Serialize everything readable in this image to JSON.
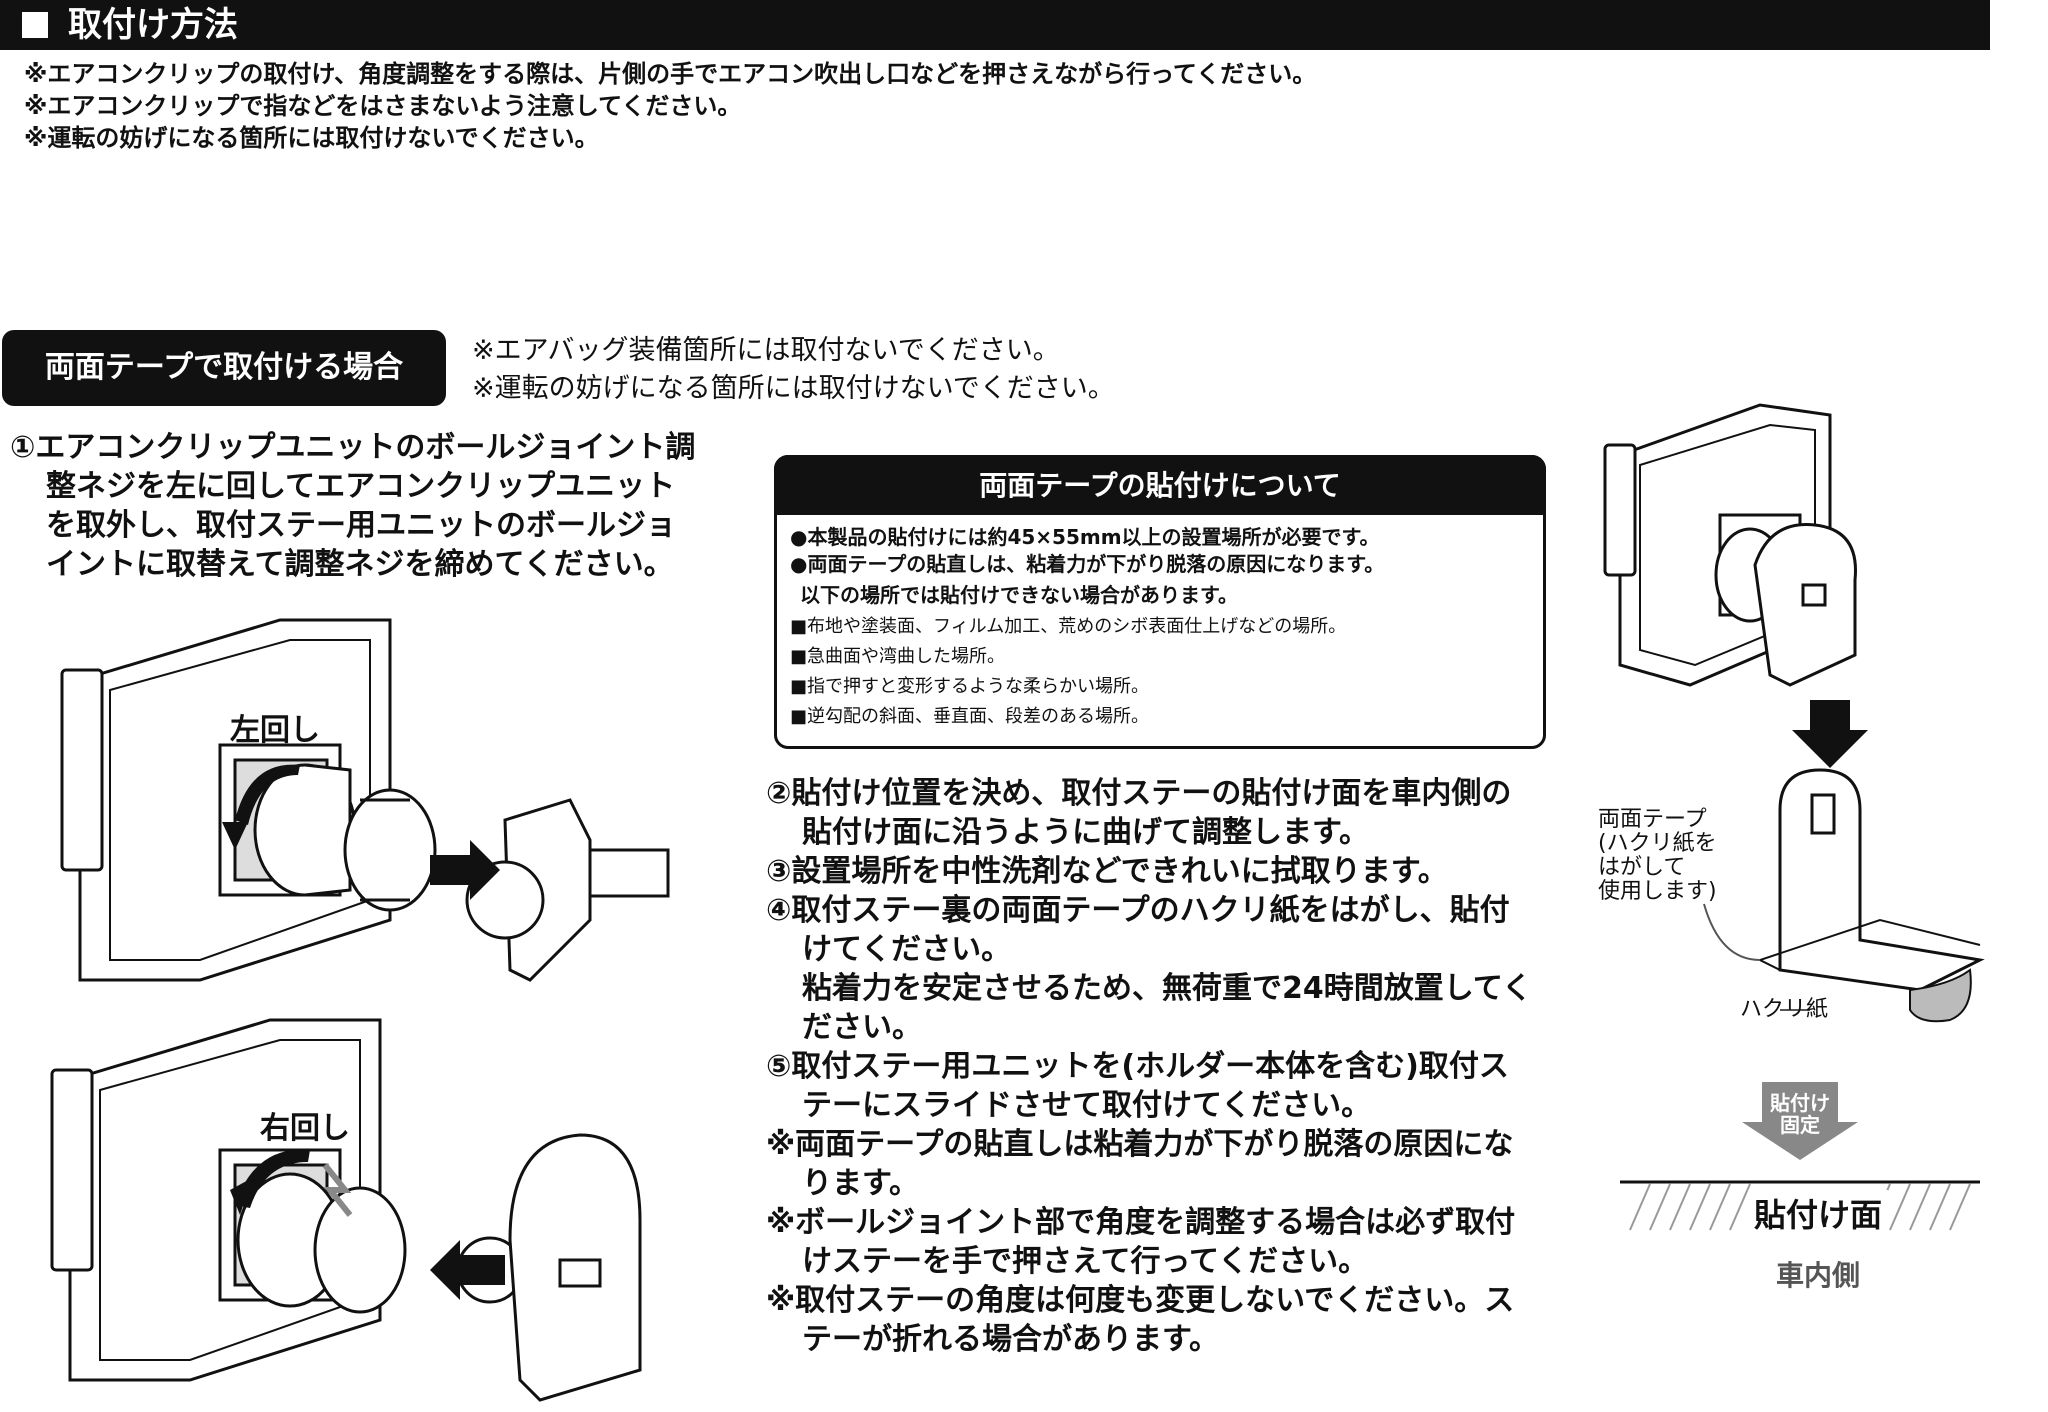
{
  "header": {
    "title": "取付け方法"
  },
  "notes": [
    "※エアコンクリップの取付け、角度調整をする際は、片側の手でエアコン吹出し口などを押さえながら行ってください。",
    "※エアコンクリップで指などをはさまないよう注意してください。",
    "※運転の妨げになる箇所には取付けないでください。"
  ],
  "section": {
    "label": "両面テープで取付ける場合",
    "notes": [
      "※エアバッグ装備箇所には取付ないでください。",
      "※運転の妨げになる箇所には取付けないでください。"
    ]
  },
  "step1": [
    "①エアコンクリップユニットのボールジョイント調",
    "整ネジを左に回してエアコンクリップユニット",
    "を取外し、取付ステー用ユニットのボールジョ",
    "イントに取替えて調整ネジを締めてください。"
  ],
  "figure_labels": {
    "left_turn": "左回し",
    "right_turn": "右回し"
  },
  "tape_box": {
    "title": "両面テープの貼付けについて",
    "bold_lines": [
      "●本製品の貼付けには約45×55mm以上の設置場所が必要です。",
      "●両面テープの貼直しは、粘着力が下がり脱落の原因になります。"
    ],
    "subheading": "以下の場所では貼付けできない場合があります。",
    "items": [
      "■布地や塗装面、フィルム加工、荒めのシボ表面仕上げなどの場所。",
      "■急曲面や湾曲した場所。",
      "■指で押すと変形するような柔らかい場所。",
      "■逆勾配の斜面、垂直面、段差のある場所。"
    ]
  },
  "steps": [
    {
      "text": "②貼付け位置を決め、取付ステーの貼付け面を車内側の",
      "cont": false
    },
    {
      "text": "貼付け面に沿うように曲げて調整します。",
      "cont": true
    },
    {
      "text": "③設置場所を中性洗剤などできれいに拭取ります。",
      "cont": false
    },
    {
      "text": "④取付ステー裏の両面テープのハクリ紙をはがし、貼付",
      "cont": false
    },
    {
      "text": "けてください。",
      "cont": true
    },
    {
      "text": "粘着力を安定させるため、無荷重で24時間放置してく",
      "cont": true
    },
    {
      "text": "ださい。",
      "cont": true
    },
    {
      "text": "⑤取付ステー用ユニットを(ホルダー本体を含む)取付ス",
      "cont": false
    },
    {
      "text": "テーにスライドさせて取付けてください。",
      "cont": true
    },
    {
      "text": "※両面テープの貼直しは粘着力が下がり脱落の原因にな",
      "cont": false
    },
    {
      "text": "ります。",
      "cont": true
    },
    {
      "text": "※ボールジョイント部で角度を調整する場合は必ず取付",
      "cont": false
    },
    {
      "text": "けステーを手で押さえて行ってください。",
      "cont": true
    },
    {
      "text": "※取付ステーの角度は何度も変更しないでください。ス",
      "cont": false
    },
    {
      "text": "テーが折れる場合があります。",
      "cont": true
    }
  ],
  "right_figure": {
    "tape_label": [
      "両面テープ",
      "(ハクリ紙を",
      "はがして",
      "使用します)"
    ],
    "release_paper": "ハクリ紙",
    "fix_arrow": [
      "貼付け",
      "固定"
    ],
    "surface": "貼付け面",
    "interior": "車内側"
  }
}
